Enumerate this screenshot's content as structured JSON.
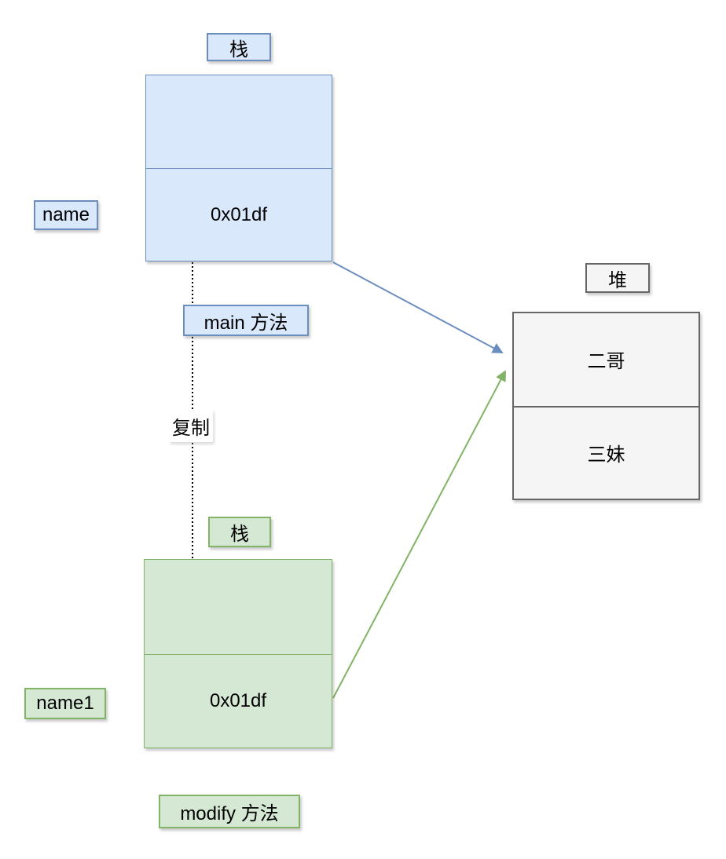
{
  "diagram": {
    "main_stack": {
      "title": "栈",
      "variable": "name",
      "value": "0x01df",
      "method": "main 方法"
    },
    "modify_stack": {
      "title": "栈",
      "variable": "name1",
      "value": "0x01df",
      "method": "modify 方法"
    },
    "heap": {
      "title": "堆",
      "objects": [
        "二哥",
        "三妹"
      ]
    },
    "copy_edge_label": "复制",
    "colors": {
      "stack_main_fill": "#dae8fc",
      "stack_main_stroke": "#6c8ebf",
      "stack_modify_fill": "#d5e8d4",
      "stack_modify_stroke": "#82b366",
      "heap_fill": "#f5f5f5",
      "heap_stroke": "#666666",
      "copy_arrow": "#000000"
    }
  }
}
